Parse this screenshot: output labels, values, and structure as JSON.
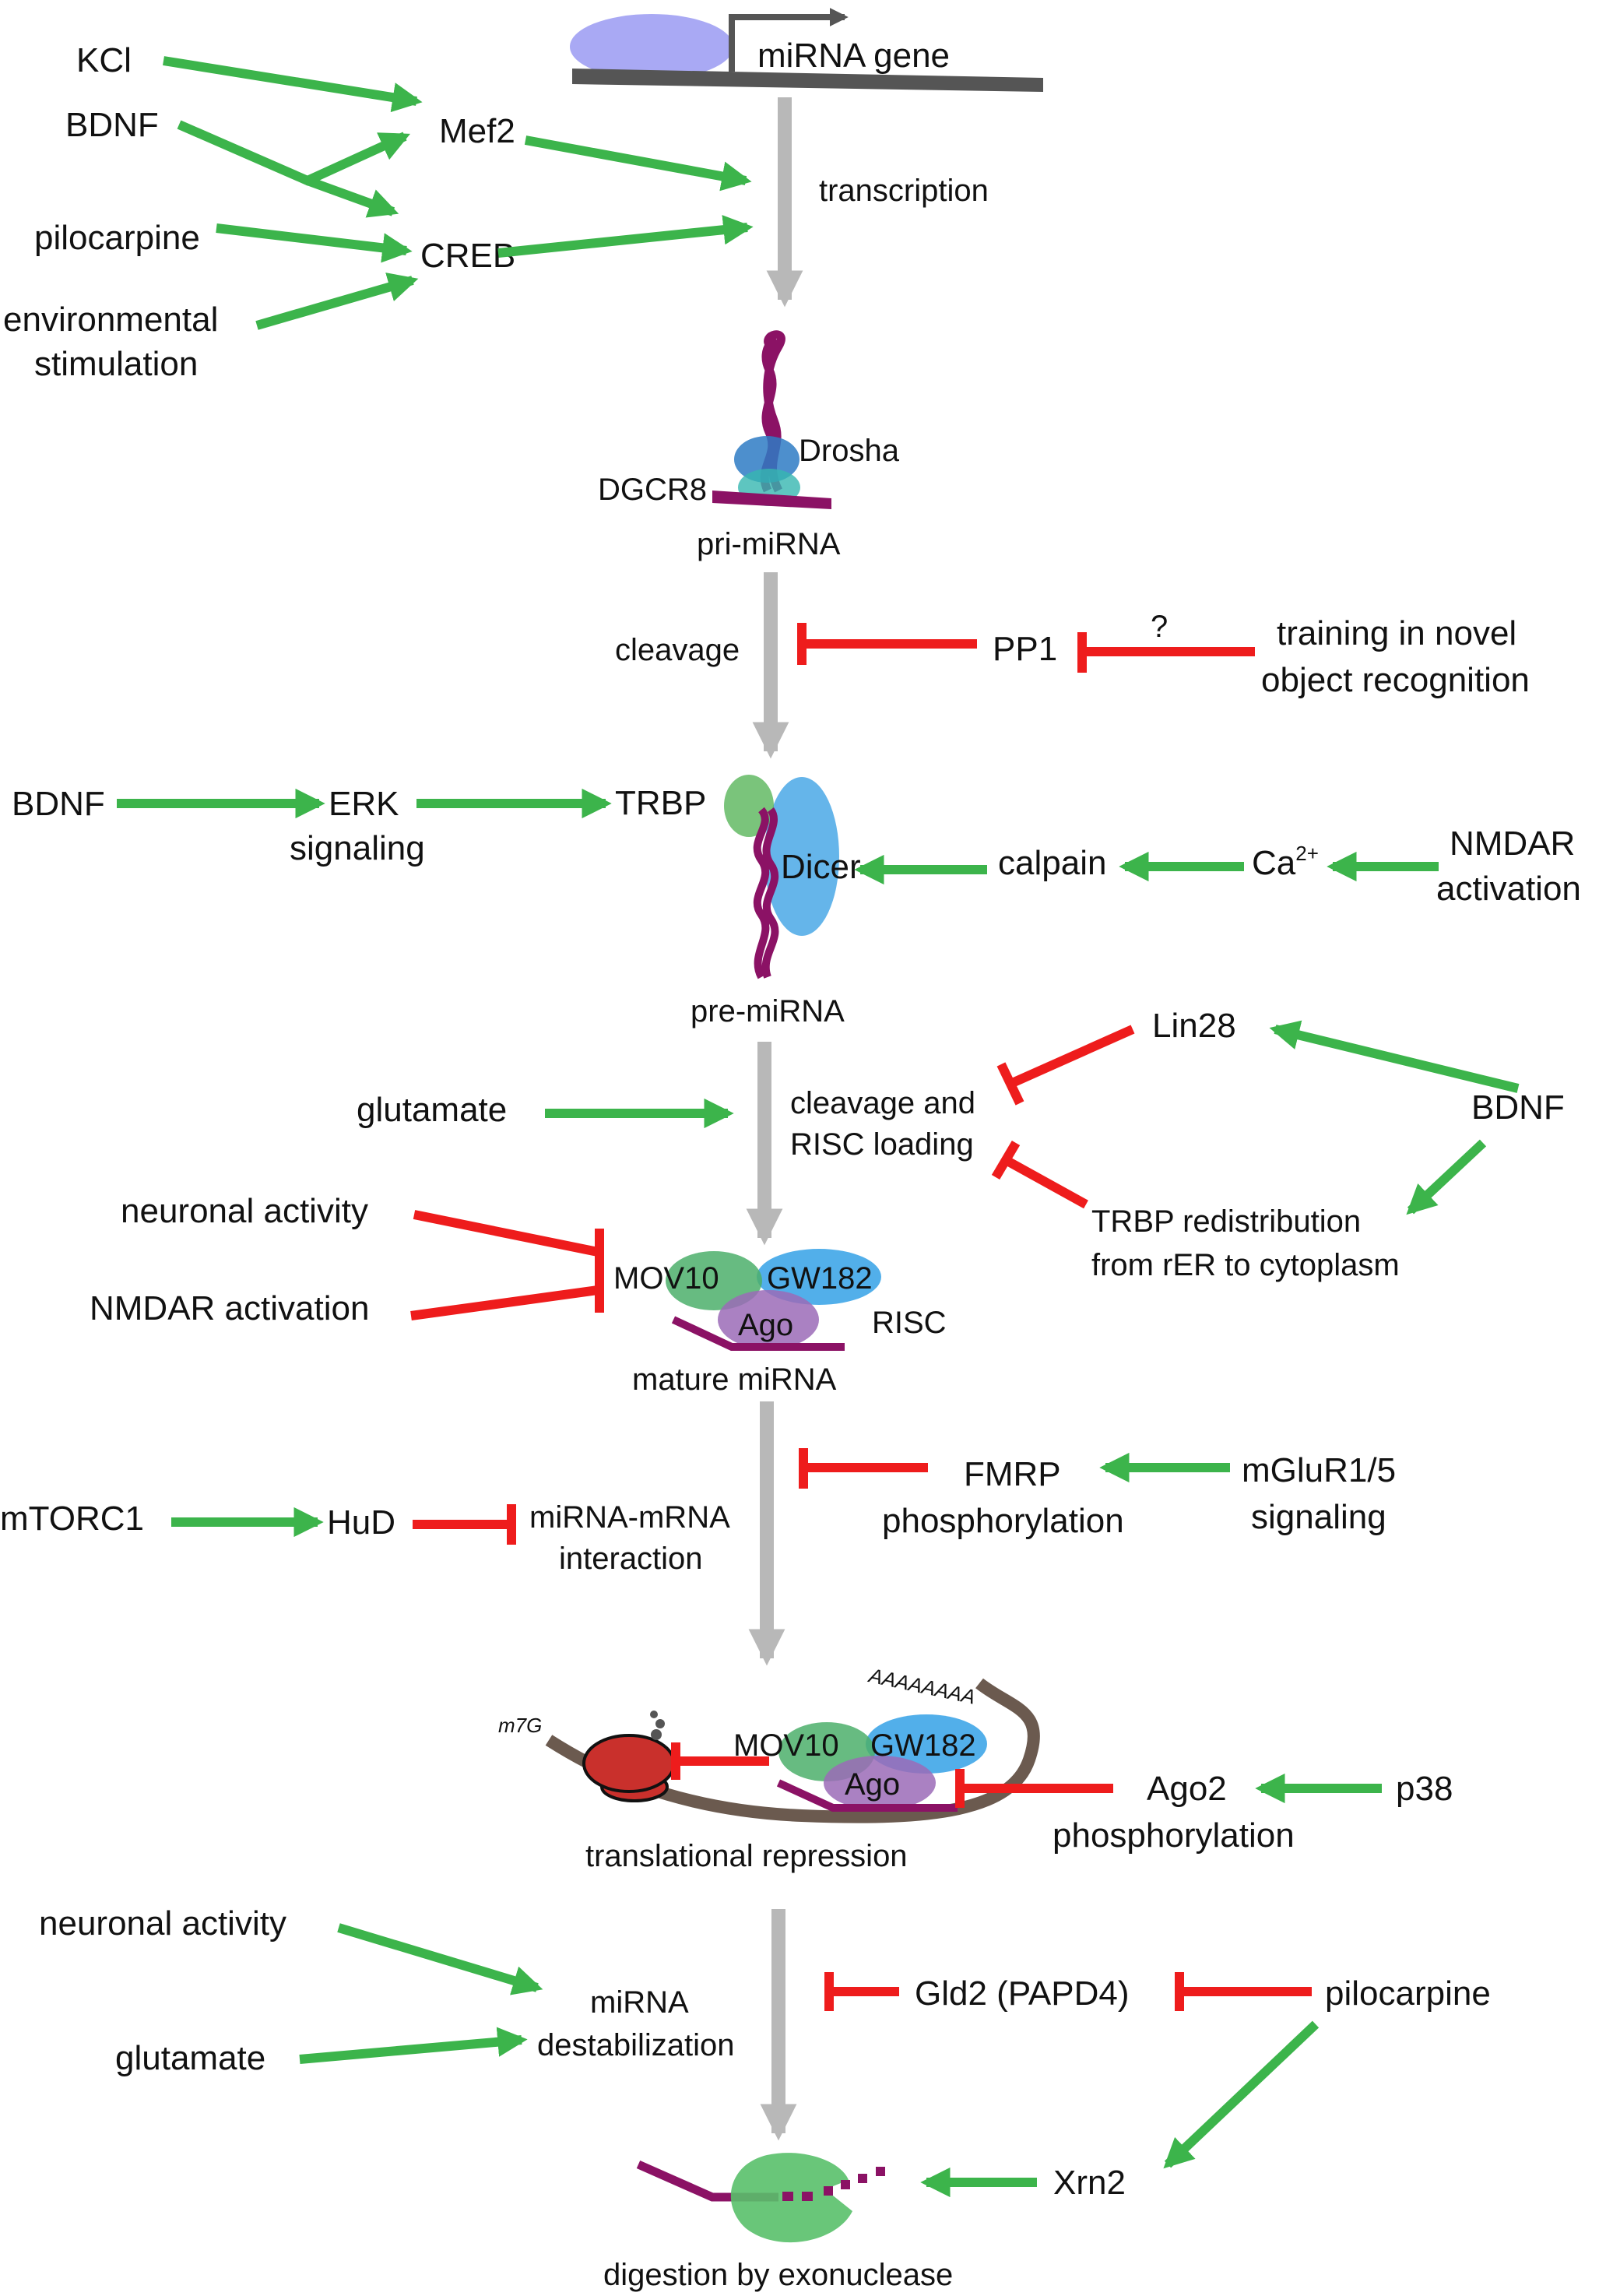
{
  "colors": {
    "activation": "#3cb44b",
    "inhibition": "#ee1c1c",
    "pathway": "#b8b8b8",
    "rna": "#8b1265",
    "mrna": "#6b5a4f",
    "drosha": "#2e7bc4",
    "dgcr8": "#36b7b0",
    "dicer": "#4aa8e6",
    "trbp": "#59b55a",
    "mov10": "#4caf6b",
    "gw182": "#3fa6e8",
    "ago": "#9b6bb7",
    "ribosome": "#c9302c",
    "exonuclease": "#59c06a",
    "promoter": "#8c8cf0",
    "gene": "#555555"
  },
  "stages": {
    "gene": "miRNA gene",
    "transcription": "transcription",
    "pri": "pri-miRNA",
    "drosha": "Drosha",
    "dgcr8": "DGCR8",
    "cleavage": "cleavage",
    "pre": "pre-miRNA",
    "trbp": "TRBP",
    "dicer": "Dicer",
    "risc_load_1": "cleavage and",
    "risc_load_2": "RISC loading",
    "mature": "mature miRNA",
    "risc": "RISC",
    "mov10": "MOV10",
    "gw182": "GW182",
    "ago": "Ago",
    "interaction_1": "miRNA-mRNA",
    "interaction_2": "interaction",
    "repression": "translational repression",
    "m7g": "m7G",
    "polya": "AAAAAAAA",
    "destab_1": "miRNA",
    "destab_2": "destabilization",
    "digestion": "digestion by exonuclease"
  },
  "regulators": {
    "kcl": "KCl",
    "bdnf_top": "BDNF",
    "pilocarpine_top": "pilocarpine",
    "env_1": "environmental",
    "env_2": "stimulation",
    "mef2": "Mef2",
    "creb": "CREB",
    "pp1": "PP1",
    "question": "?",
    "novel_1": "training in novel",
    "novel_2": "object recognition",
    "bdnf_erk": "BDNF",
    "erk_1": "ERK",
    "erk_2": "signaling",
    "calpain": "calpain",
    "ca": "Ca",
    "ca_sup": "2+",
    "nmdar_1": "NMDAR",
    "nmdar_2": "activation",
    "lin28": "Lin28",
    "bdnf_lin": "BDNF",
    "glutamate_mid": "glutamate",
    "trbp_red_1": "TRBP redistribution",
    "trbp_red_2": "from rER to cytoplasm",
    "neuronal_mid": "neuronal activity",
    "nmdar_mid": "NMDAR activation",
    "mtorc1": "mTORC1",
    "hud": "HuD",
    "fmrp_1": "FMRP",
    "fmrp_2": "phosphorylation",
    "mglur_1": "mGluR1/5",
    "mglur_2": "signaling",
    "ago2_1": "Ago2",
    "ago2_2": "phosphorylation",
    "p38": "p38",
    "neuronal_bot": "neuronal activity",
    "glutamate_bot": "glutamate",
    "gld2": "Gld2 (PAPD4)",
    "pilocarpine_bot": "pilocarpine",
    "xrn2": "Xrn2"
  }
}
